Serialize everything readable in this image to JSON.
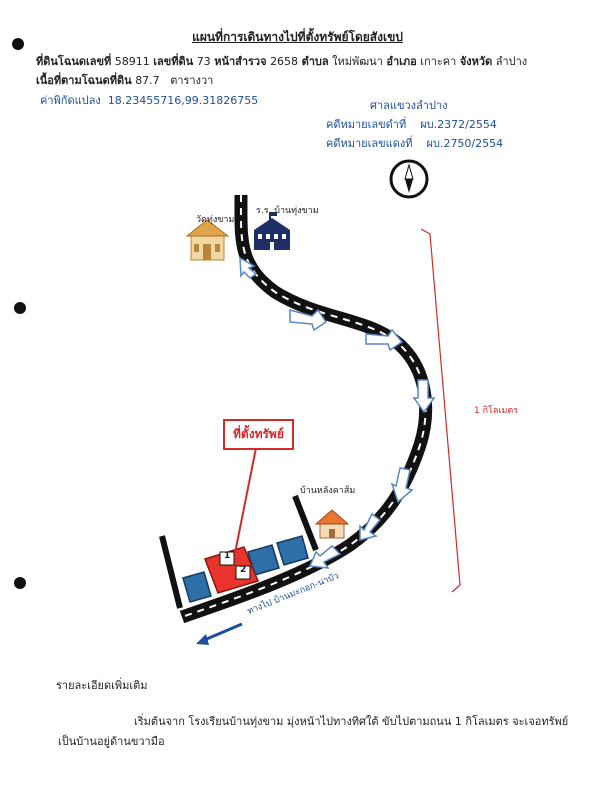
{
  "title": "แผนที่การเดินทางไปที่ตั้งทรัพย์โดยสังเขป",
  "deed": {
    "deed_label": "ที่ดินโฉนดเลขที่",
    "deed_no": "58911",
    "land_label": "เลขที่ดิน",
    "land_no": "73",
    "survey_label": "หน้าสำรวจ",
    "survey_no": "2658",
    "subdistrict_label": "ตำบล",
    "subdistrict": "ใหม่พัฒนา",
    "district_label": "อำเภอ",
    "district": "เกาะคา",
    "province_label": "จังหวัด",
    "province": "ลำปาง",
    "area_label": "เนื้อที่ตามโฉนดที่ดิน",
    "area_value": "87.7",
    "area_unit": "ตารางวา",
    "coord_label": "ค่าพิกัดแปลง",
    "coord_value": "18.23455716,99.31826755"
  },
  "court": {
    "name": "ศาลแขวงลำปาง",
    "black_label": "คดีหมายเลขดำที่",
    "black_no": "ผบ.2372/2554",
    "red_label": "คดีหมายเลขแดงที่",
    "red_no": "ผบ.2750/2554"
  },
  "map": {
    "temple": "วัดทุ่งขาม",
    "school": "ร.ร. บ้านทุ่งขาม",
    "house_label": "บ้านหลังคาส้ม",
    "property_label": "ที่ตั้งทรัพย์",
    "distance": "1 กิโลเมตร",
    "road_to": "ทางไป บ้านมะกอก-นาบัว",
    "plot_1": "1",
    "plot_2": "2"
  },
  "details": {
    "heading": "รายละเอียดเพิ่มเติม",
    "text_line1": "เริ่มต้นจาก โรงเรียนบ้านทุ่งขาม มุ่งหน้าไปทางทิศใต้ ขับไปตามถนน 1 กิโลเมตร จะเจอทรัพย์",
    "text_line2": "เป็นบ้านอยู่ด้านขวามือ"
  },
  "colors": {
    "red": "#d42a2a",
    "blue_text": "#1f4e9c",
    "road": "#111111",
    "building": "#2f6fa8",
    "property": "#e8342c",
    "arrow": "#5b86c4"
  },
  "icons": [
    "compass-icon",
    "temple-icon",
    "school-icon",
    "house-icon",
    "direction-arrow-icon"
  ]
}
